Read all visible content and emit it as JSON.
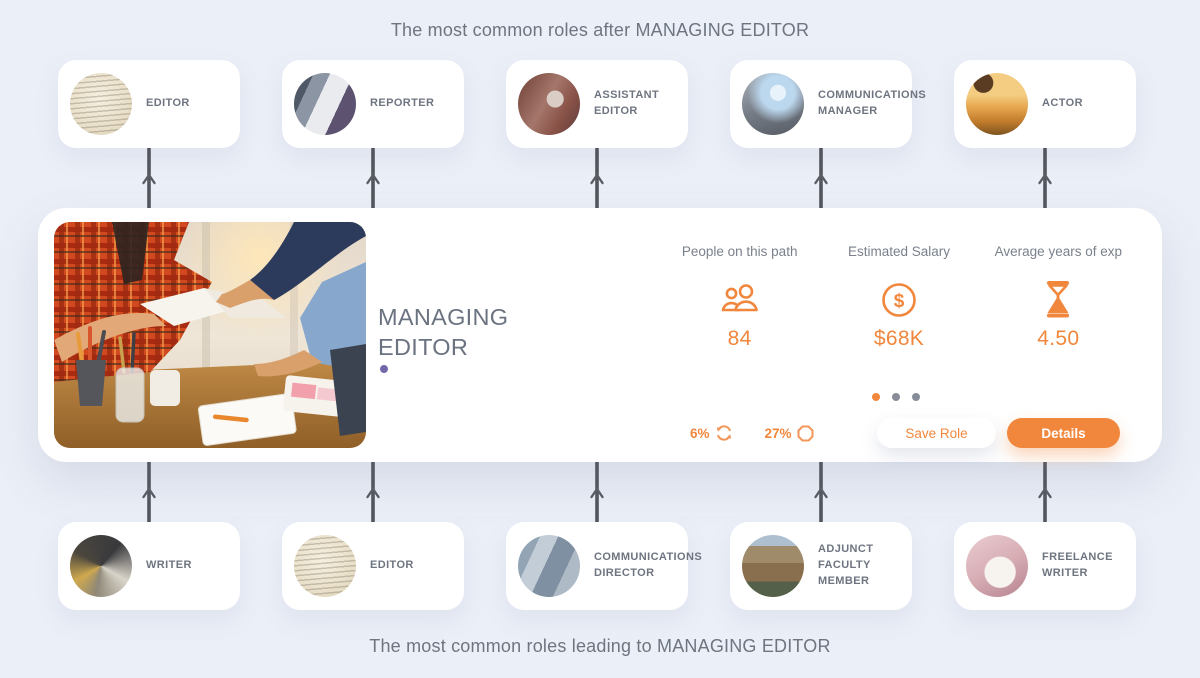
{
  "titles": {
    "after": "The most common roles after MANAGING EDITOR",
    "leading": "The most common roles leading to MANAGING EDITOR"
  },
  "roles_after": [
    {
      "label": "EDITOR"
    },
    {
      "label": "REPORTER"
    },
    {
      "label": "ASSISTANT EDITOR"
    },
    {
      "label": "COMMUNICATIONS MANAGER"
    },
    {
      "label": "ACTOR"
    }
  ],
  "roles_leading": [
    {
      "label": "WRITER"
    },
    {
      "label": "EDITOR"
    },
    {
      "label": "COMMUNICATIONS DIRECTOR"
    },
    {
      "label": "ADJUNCT FACULTY MEMBER"
    },
    {
      "label": "FREELANCE WRITER"
    }
  ],
  "center_card": {
    "title": "MANAGING EDITOR",
    "stats": [
      {
        "label": "People on this path",
        "value": "84",
        "icon": "people-icon"
      },
      {
        "label": "Estimated Salary",
        "value": "$68K",
        "icon": "dollar-coin-icon"
      },
      {
        "label": "Average years of exp",
        "value": "4.50",
        "icon": "hourglass-icon"
      }
    ],
    "metrics": [
      {
        "value": "6%",
        "icon": "sync-icon"
      },
      {
        "value": "27%",
        "icon": "octagon-icon"
      }
    ],
    "pagination": {
      "dots": 3,
      "active_index": 0
    },
    "buttons": {
      "save_label": "Save Role",
      "details_label": "Details"
    }
  },
  "colors": {
    "background": "#ebeff7",
    "accent_orange": "#f0873c",
    "text_gray": "#6e7580",
    "inactive_dot": "#878d98",
    "flow_arrow": "#53565c",
    "title_marker_purple": "#7568a8"
  }
}
